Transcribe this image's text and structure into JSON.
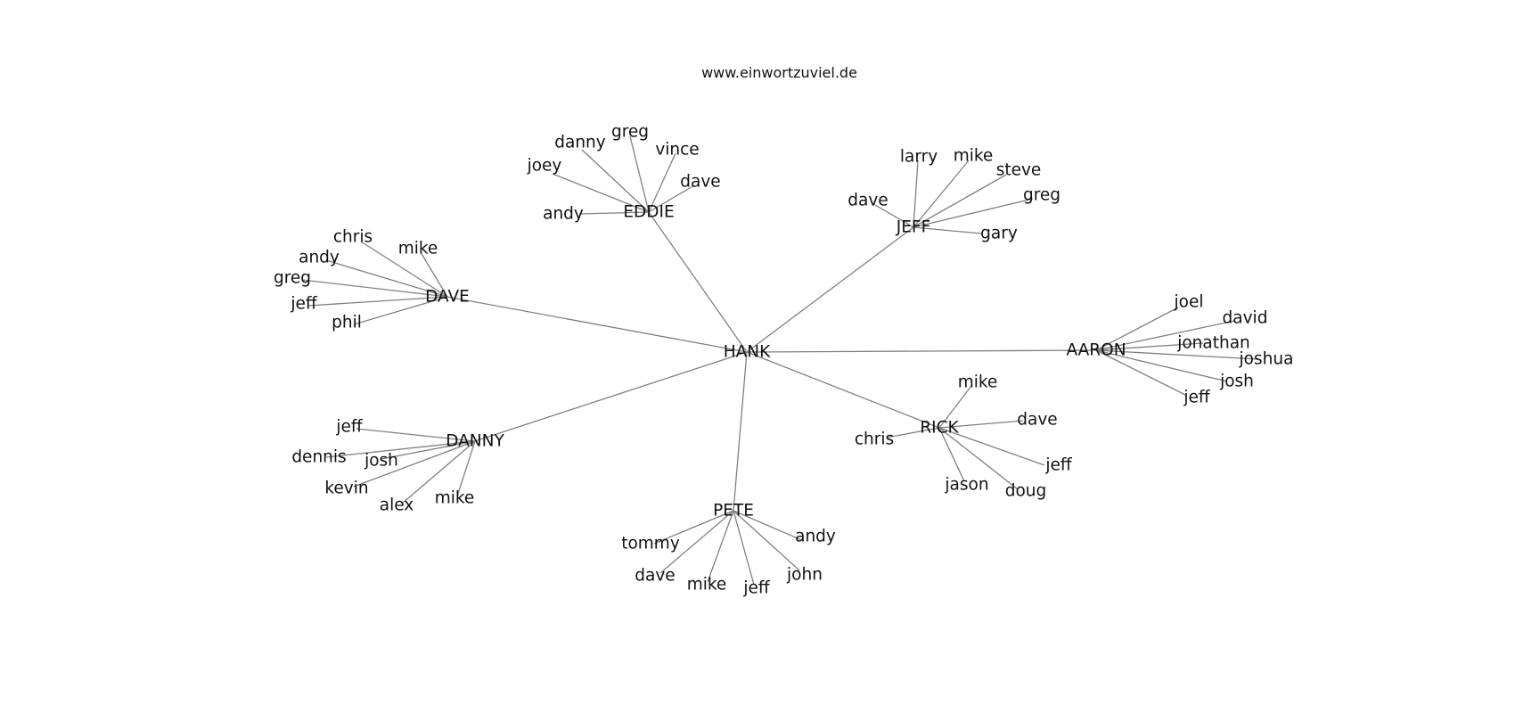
{
  "title": "www.einwortzuviel.de",
  "colors": {
    "edge": "#808080",
    "text": "#111111",
    "background": "#ffffff"
  },
  "graph": {
    "root": "HANK",
    "branches": [
      {
        "name": "EDDIE",
        "children": [
          "andy",
          "joey",
          "danny",
          "greg",
          "vince",
          "dave"
        ]
      },
      {
        "name": "JEFF",
        "children": [
          "dave",
          "larry",
          "mike",
          "steve",
          "greg",
          "gary"
        ]
      },
      {
        "name": "DAVE",
        "children": [
          "chris",
          "mike",
          "andy",
          "greg",
          "jeff",
          "phil"
        ]
      },
      {
        "name": "AARON",
        "children": [
          "joel",
          "david",
          "jonathan",
          "joshua",
          "josh",
          "jeff"
        ]
      },
      {
        "name": "DANNY",
        "children": [
          "jeff",
          "dennis",
          "josh",
          "kevin",
          "alex",
          "mike"
        ]
      },
      {
        "name": "RICK",
        "children": [
          "mike",
          "dave",
          "chris",
          "jeff",
          "jason",
          "doug"
        ]
      },
      {
        "name": "PETE",
        "children": [
          "andy",
          "tommy",
          "dave",
          "mike",
          "jeff",
          "john"
        ]
      }
    ]
  }
}
